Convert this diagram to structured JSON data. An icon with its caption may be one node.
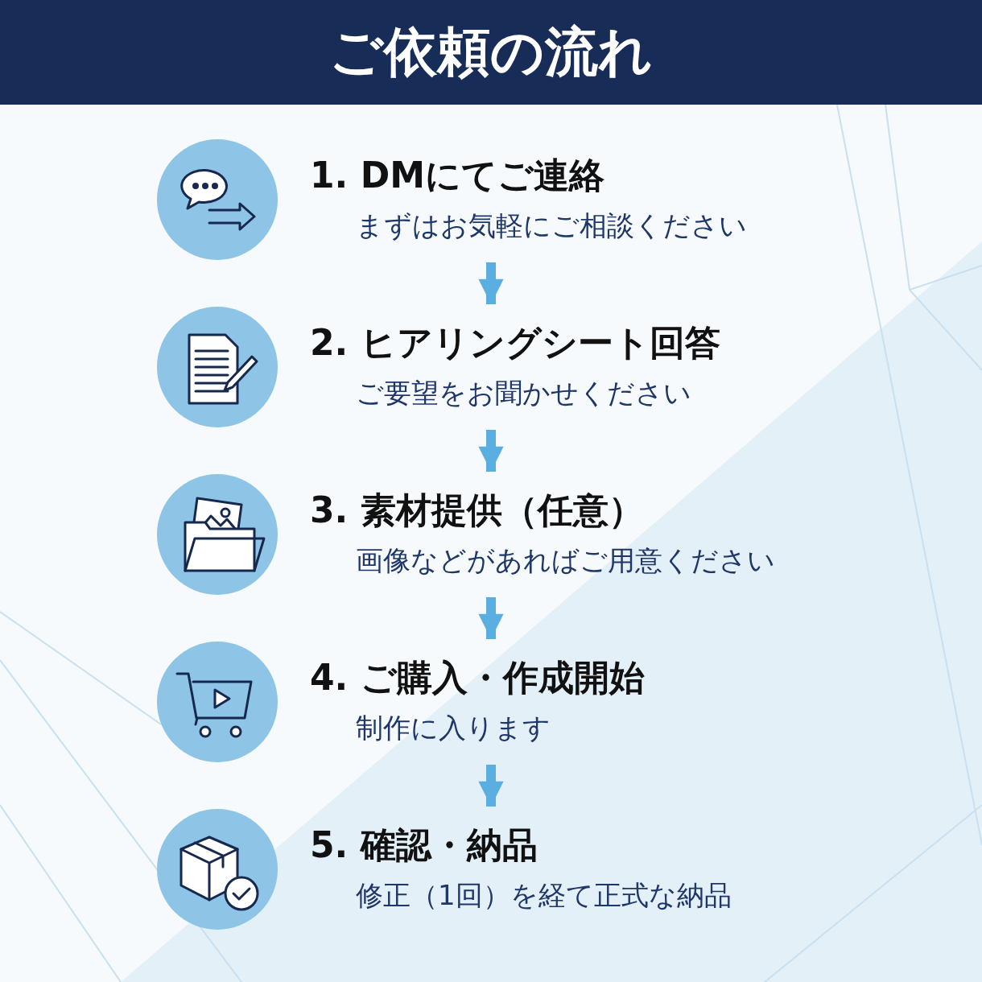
{
  "diagram": {
    "title": "ご依頼の流れ",
    "nodes": [
      {
        "text": [
          "1. DMにてご連絡",
          "まずはお気軽にご相談ください"
        ]
      },
      {
        "text": [
          "2. ヒアリングシート回答",
          "ご要望をお聞かせください"
        ]
      },
      {
        "text": [
          "3. 素材提供（任意）",
          "画像などがあればご用意ください"
        ]
      },
      {
        "text": [
          "4. ご購入・作成開始",
          "制作に入ります"
        ]
      },
      {
        "text": [
          "5. 確認・納品",
          "修正（1回）を経て正式な納品"
        ]
      }
    ],
    "edges": [
      {
        "from": 0,
        "to": 1,
        "arrow": "to"
      },
      {
        "from": 1,
        "to": 2,
        "arrow": "to"
      },
      {
        "from": 2,
        "to": 3,
        "arrow": "to"
      },
      {
        "from": 3,
        "to": 4,
        "arrow": "to"
      }
    ]
  }
}
